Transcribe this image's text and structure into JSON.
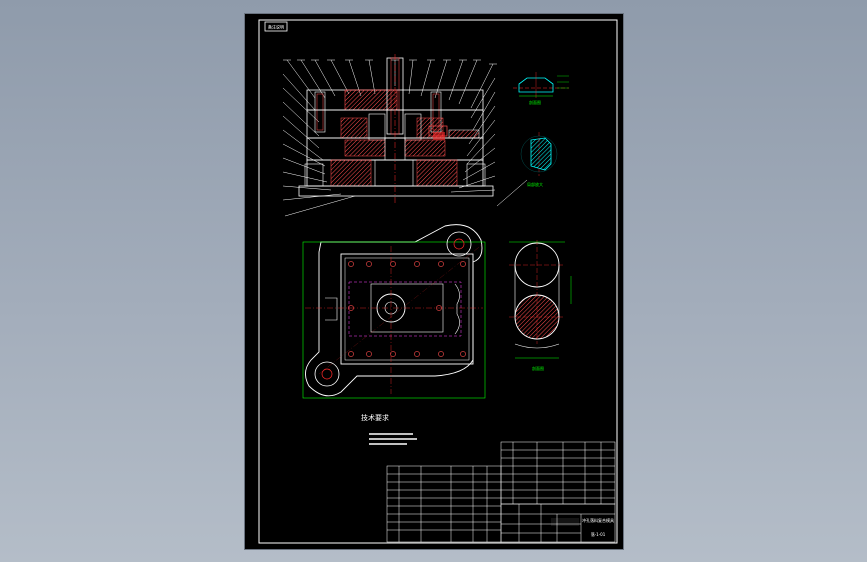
{
  "drawing": {
    "tag_label": "备注说明",
    "tech_requirements_title": "技术要求",
    "tech_requirements_lines": [
      "",
      "",
      ""
    ],
    "section_label": "剖面图",
    "detail_label": "局部放大",
    "title_block": {
      "drawing_name": "冲孔落料复合模具",
      "drawing_no": "落-1-01"
    }
  },
  "colors": {
    "background": "#000000",
    "outline": "#ffffff",
    "center_line": "#ff2a2a",
    "dimension": "#00ff00",
    "hidden_line": "#ff44ff",
    "section_fill": "#ff4d4d",
    "detail_fill": "#00ffff"
  }
}
